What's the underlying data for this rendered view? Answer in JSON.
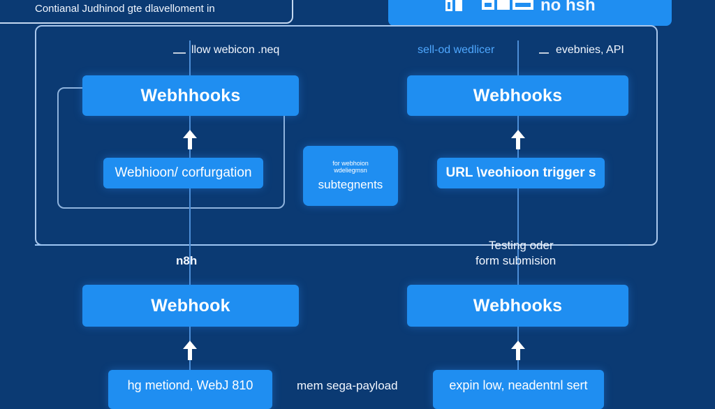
{
  "top_left_caption": "Contianal Judhinod gte dlavelloment in",
  "top_right_title": "no hsh",
  "top_left_sub_label": "llow webicon .neq",
  "top_right_sub_label_left": "sell-od wedlicer",
  "top_right_sub_label_right": "evebnies, API",
  "upper_left_webhooks": "Webhhooks",
  "upper_right_webhooks": "Webhooks",
  "upper_left_config": "Webhioon/ corfurgation",
  "center_box": {
    "small_line_1": "for webhoion",
    "small_line_2": "wdeliegmsn",
    "main": "subtegnents"
  },
  "upper_right_trigger": "URL \\veohioon trigger s",
  "lower_left_label": "n8h",
  "lower_right_label_line1": "Testing oder",
  "lower_right_label_line2": "form submision",
  "lower_left_webhook": "Webhook",
  "lower_right_webhooks": "Webhooks",
  "bottom_left_method": "hg metiond, WebJ 810",
  "bottom_middle_payload": "mem sega-payload",
  "bottom_right_box": "expin low, neadentnl sert",
  "colors": {
    "background": "#0b3a73",
    "node": "#1f8ef1",
    "line": "#9ec6f4"
  }
}
